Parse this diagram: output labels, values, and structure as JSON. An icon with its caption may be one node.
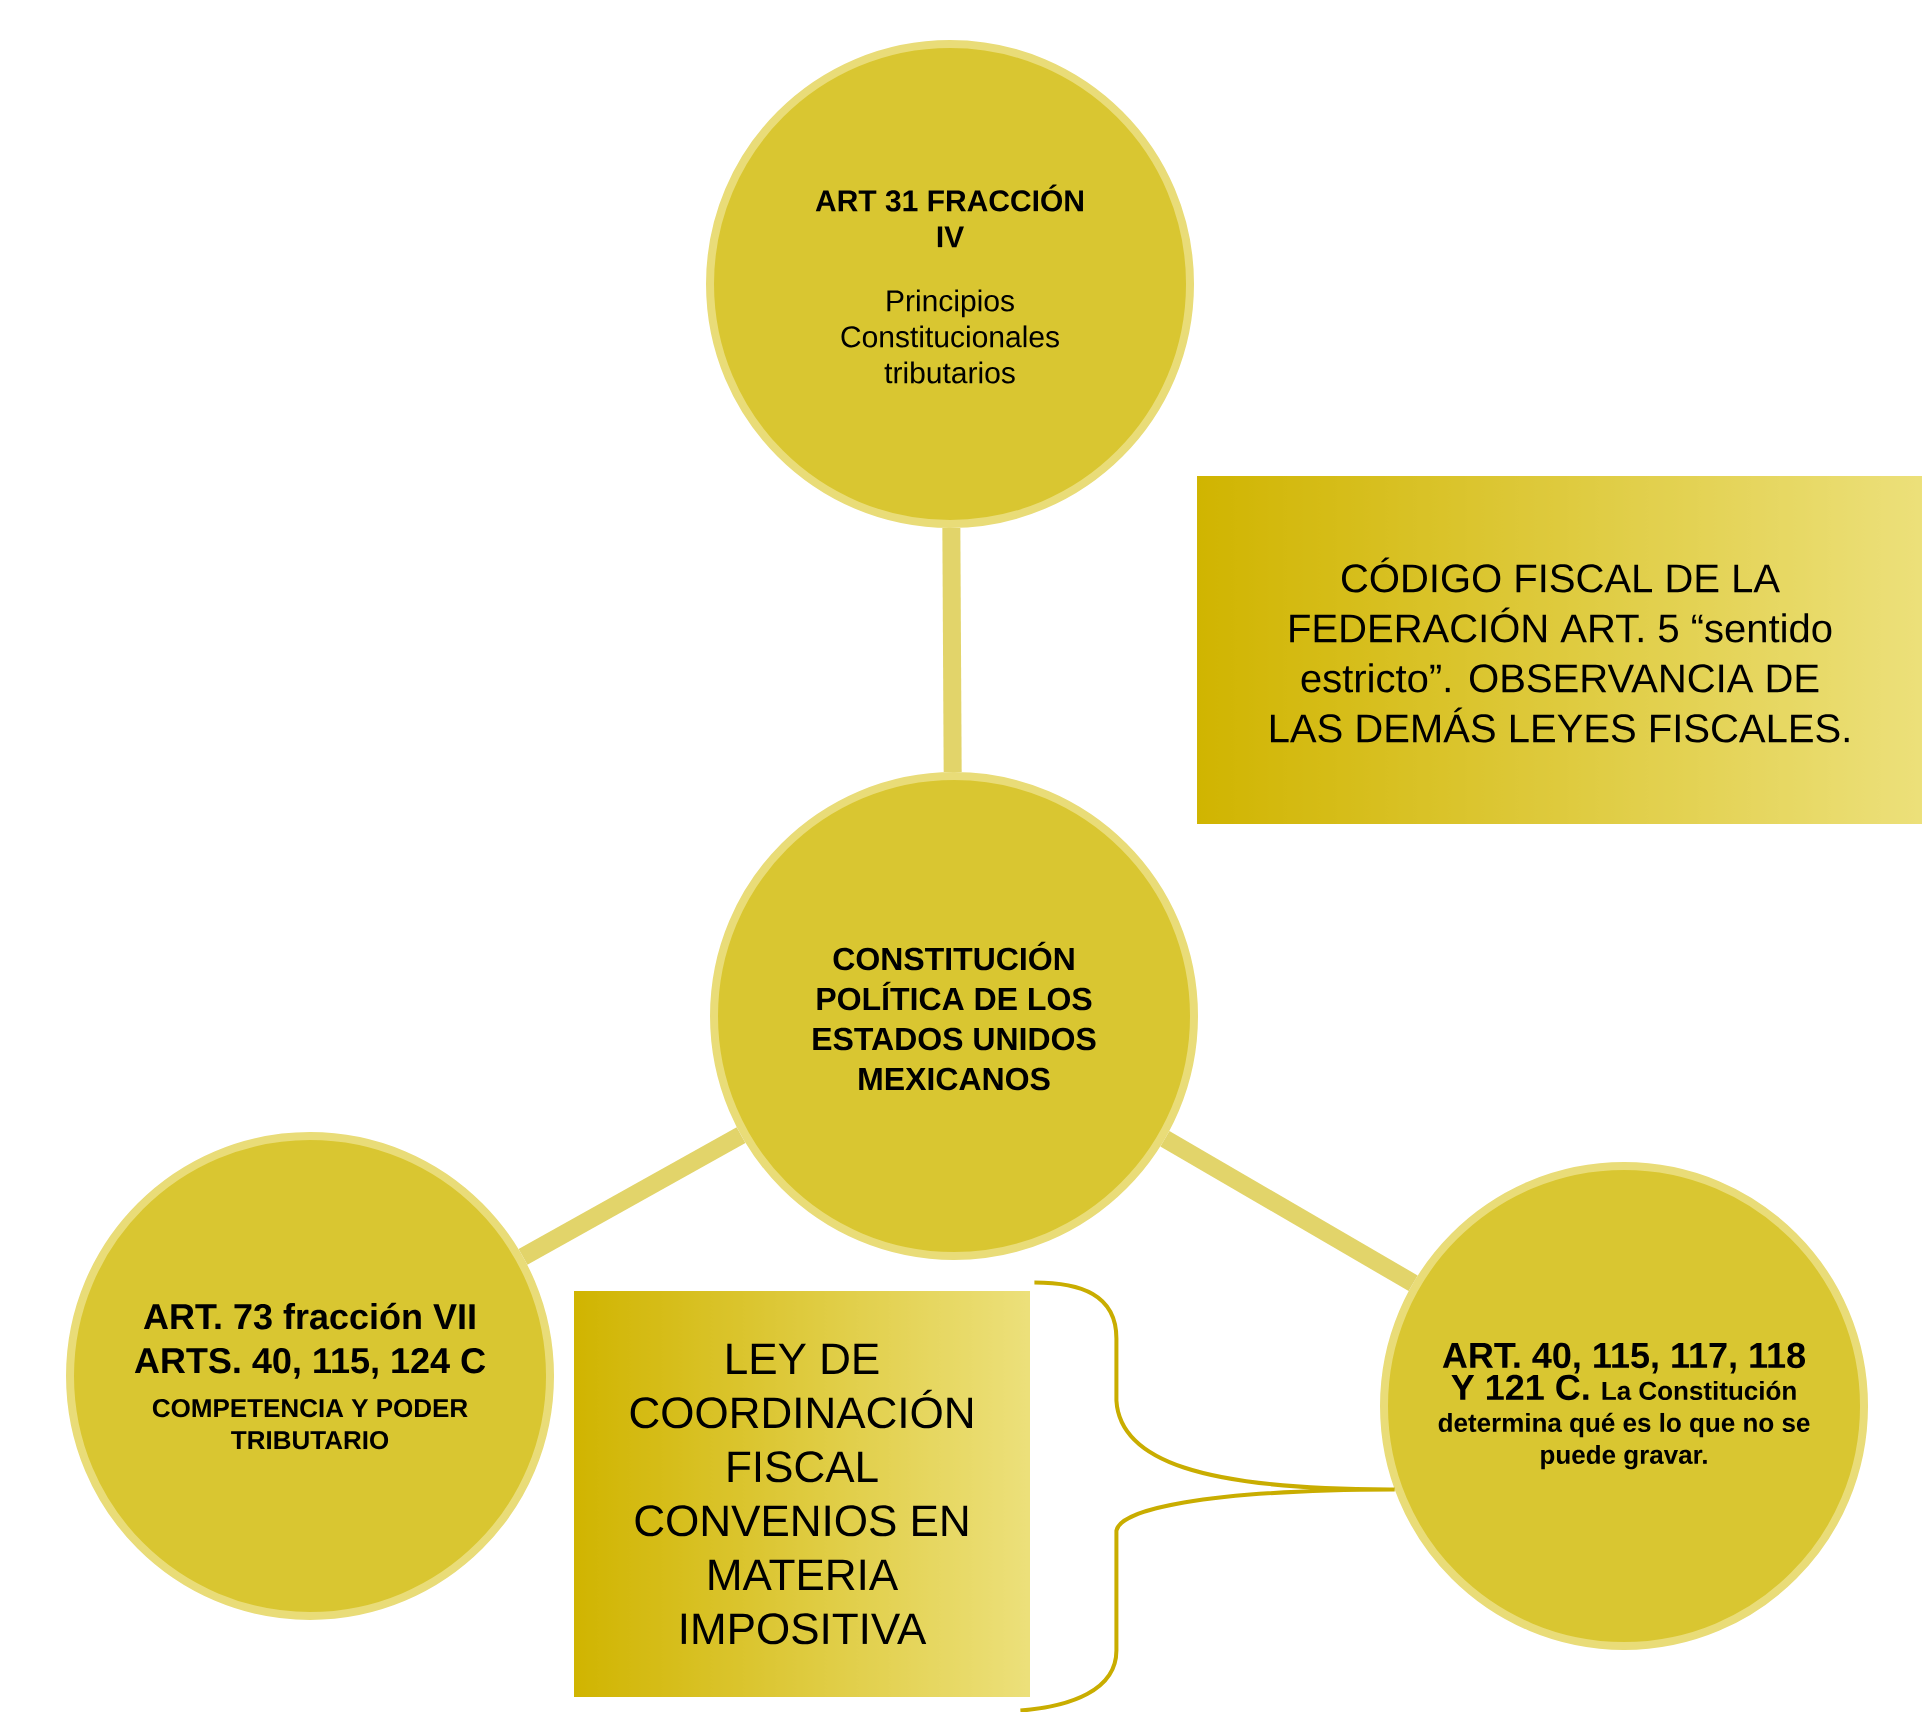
{
  "diagram": {
    "nodes": [
      {
        "text": [
          "ART 31 FRACCIÓN IV",
          "Principios Constitucionales tributarios"
        ]
      },
      {
        "text": [
          "CÓDIGO FISCAL DE LA FEDERACIÓN ART. 5 “sentido estricto”. OBSERVANCIA DE LAS DEMÁS LEYES FISCALES."
        ]
      },
      {
        "text": [
          "CONSTITUCIÓN POLÍTICA DE LOS ESTADOS UNIDOS MEXICANOS"
        ]
      },
      {
        "text": [
          "ART. 73 fracción VII ARTS. 40, 115, 124 C",
          "COMPETENCIA Y PODER TRIBUTARIO"
        ]
      },
      {
        "text": [
          "LEY DE COORDINACIÓN FISCAL CONVENIOS EN MATERIA IMPOSITIVA"
        ]
      },
      {
        "text": [
          "ART. 40, 115, 117, 118 Y 121 C.",
          "La Constitución determina qué es lo que no se puede gravar."
        ]
      }
    ],
    "edges": [
      {
        "from": 2,
        "to": 0,
        "arrow": "none"
      },
      {
        "from": 2,
        "to": 3,
        "arrow": "none"
      },
      {
        "from": 2,
        "to": 5,
        "arrow": "none"
      },
      {
        "from": 4,
        "to": 5,
        "arrow": "none",
        "color": "#c9ad00"
      }
    ]
  }
}
